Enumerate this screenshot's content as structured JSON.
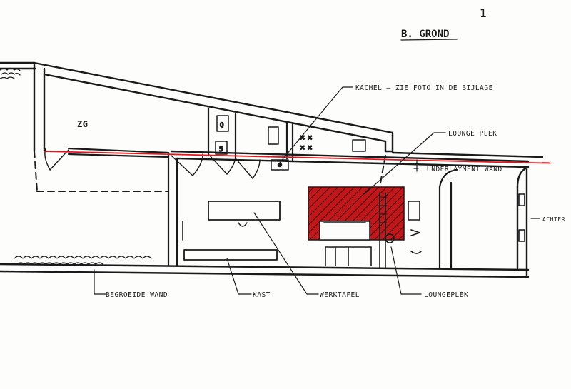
{
  "page_number": "1",
  "title": "B. GROND",
  "room_label": "ZG",
  "labels": {
    "kachel": "KACHEL — ZIE FOTO IN DE BIJLAGE",
    "lounge_top": "LOUNGE PLEK",
    "underlayment": "UNDERLAYMENT WAND",
    "begroeide": "BEGROEIDE WAND",
    "kast": "KAST",
    "werktafel": "WERKTAFEL",
    "lounge_bottom": "LOUNGEPLEK",
    "achter": "ACHTER"
  },
  "colors": {
    "ink": "#1a1a1a",
    "red_line": "#e8141c",
    "hatch_fill": "#c0171b"
  }
}
